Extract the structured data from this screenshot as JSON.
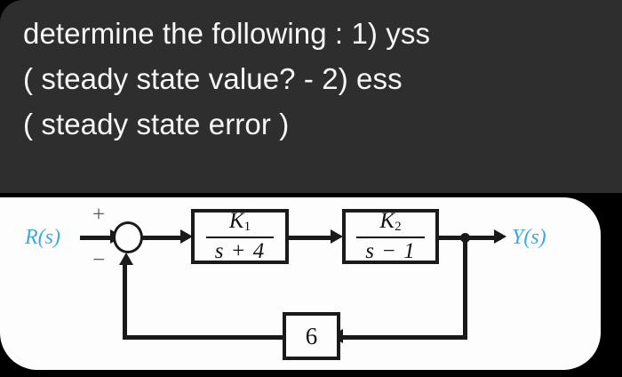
{
  "question": {
    "lines": [
      "determine the following : 1) yss",
      "( steady state value? - 2) ess",
      "( steady state error )"
    ],
    "background_color": "#2e2e2e",
    "text_color": "#f7f7f7"
  },
  "diagram": {
    "type": "control-system-block-diagram",
    "card_background": "#fdfdfd",
    "line_color": "#1a1a1a",
    "signal_label_color": "#3ca9e0",
    "input_label": "R(s)",
    "output_label": "Y(s)",
    "summing_junction": {
      "positive_sign": "+",
      "negative_sign": "−",
      "inputs": [
        "R(s)",
        "feedback"
      ]
    },
    "blocks": [
      {
        "name": "forward-block-1",
        "numerator": "K",
        "numerator_sub": "1",
        "denominator": "s + 4"
      },
      {
        "name": "forward-block-2",
        "numerator": "K",
        "numerator_sub": "2",
        "denominator": "s − 1"
      }
    ],
    "feedback_block": {
      "name": "feedback-gain-block",
      "gain": "6"
    }
  }
}
